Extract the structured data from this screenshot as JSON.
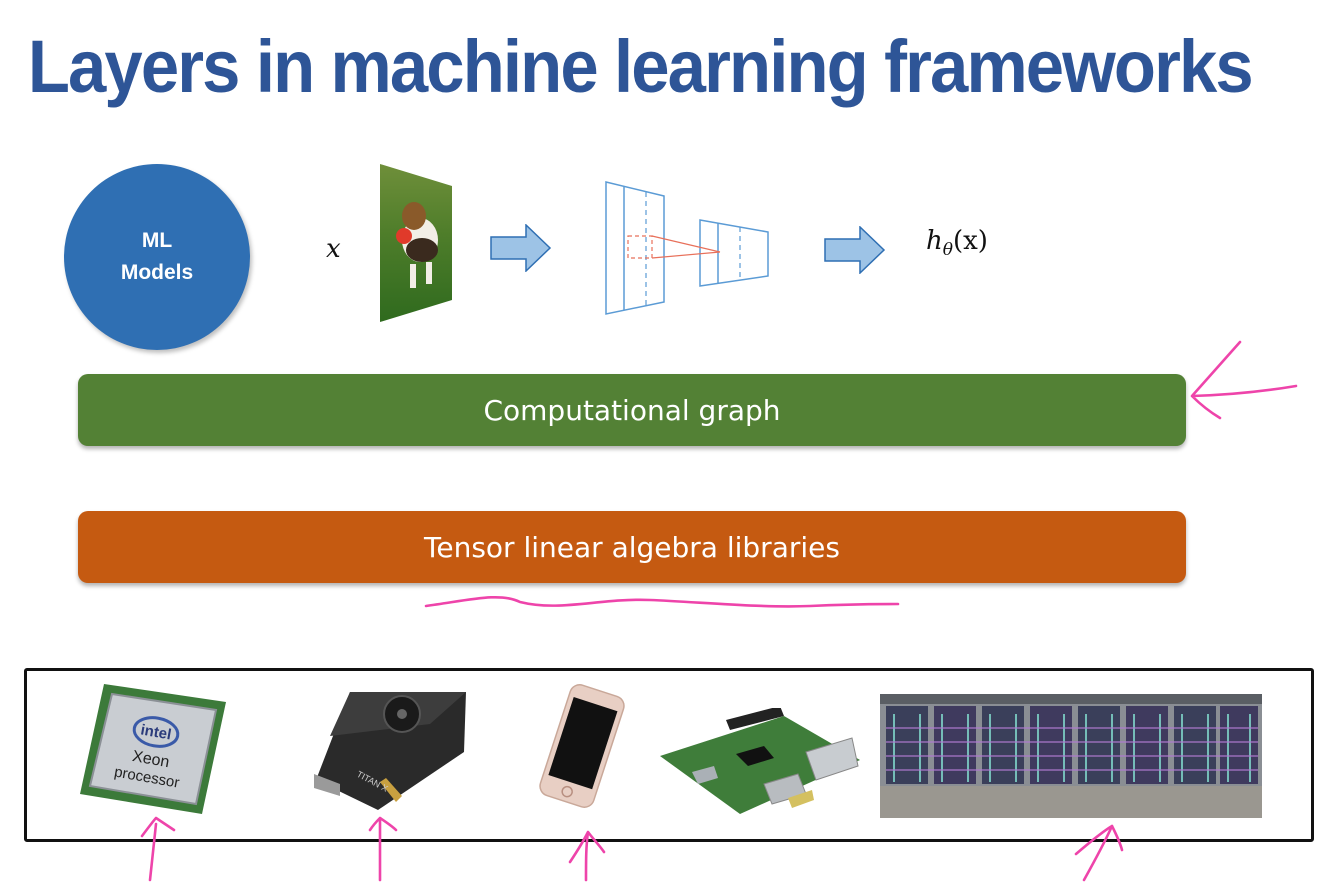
{
  "slide": {
    "title": "Layers in machine learning frameworks"
  },
  "model_row": {
    "circle_line1": "ML",
    "circle_line2": "Models",
    "input_var": "x",
    "output_h": "h",
    "output_sub": "θ",
    "output_arg": "(x)"
  },
  "layers": {
    "graph_label": "Computational graph",
    "tensor_label": "Tensor linear algebra libraries"
  },
  "hardware": {
    "cpu_brand": "intel",
    "cpu_line1": "Xeon",
    "cpu_line2": "processor",
    "gpu_brand": "TITAN X"
  },
  "colors": {
    "title": "#2e5597",
    "circle": "#2f6fb3",
    "graph_bar": "#538135",
    "tensor_bar": "#c55a11",
    "arrow_fill": "#9dc3e6",
    "ink": "#ee44aa"
  }
}
